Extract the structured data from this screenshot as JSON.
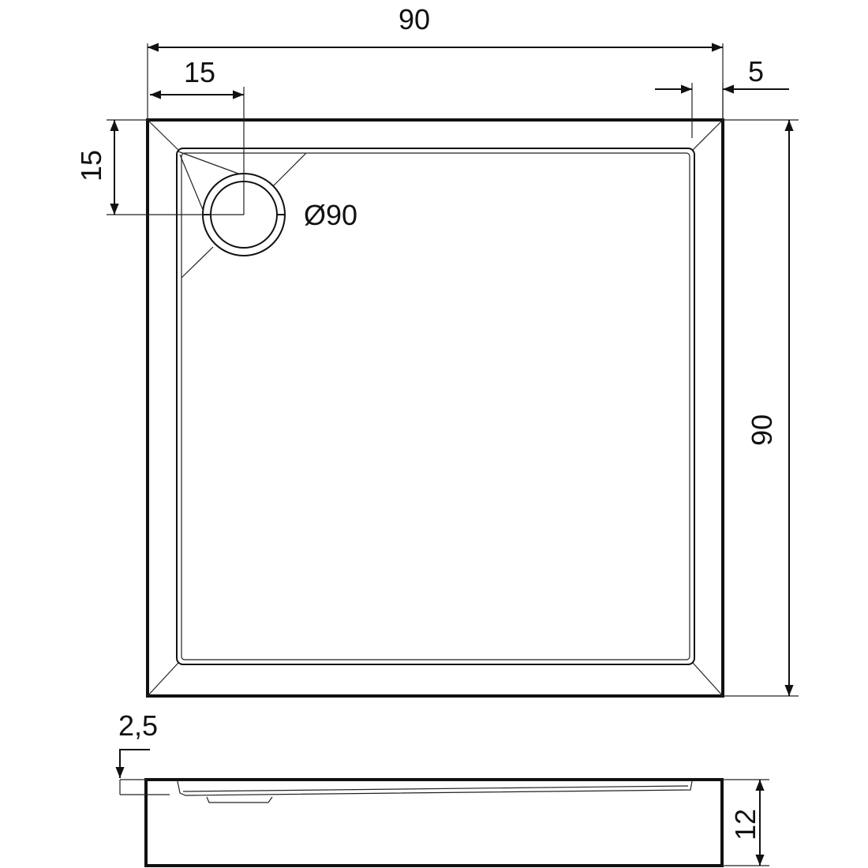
{
  "title": "Shower tray dimension drawing",
  "dimensions": {
    "width": "90",
    "depth": "90",
    "drain_offset_x": "15",
    "drain_offset_y": "15",
    "rim_width": "5",
    "drain_diameter": "Ø90",
    "rim_height": "2,5",
    "height": "12"
  },
  "colors": {
    "line": "#111111",
    "background": "#ffffff"
  }
}
